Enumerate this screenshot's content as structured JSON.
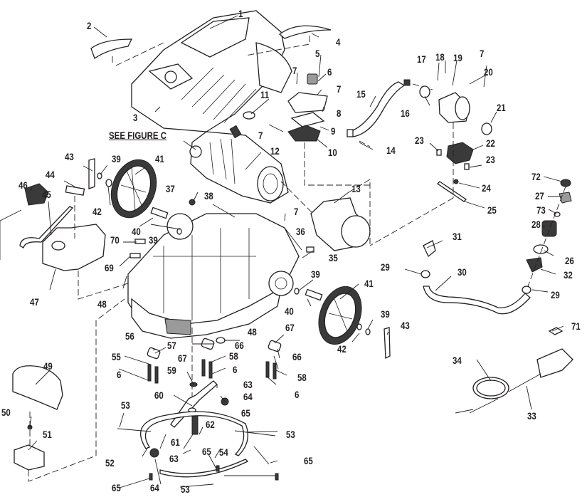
{
  "diagram": {
    "title": "Exploded parts diagram",
    "reference_note": "SEE FIGURE C",
    "callouts": [
      {
        "id": "c1",
        "num": "1"
      },
      {
        "id": "c2",
        "num": "2"
      },
      {
        "id": "c3",
        "num": "3"
      },
      {
        "id": "c4",
        "num": "4"
      },
      {
        "id": "c5",
        "num": "5"
      },
      {
        "id": "c6a",
        "num": "6"
      },
      {
        "id": "c7a",
        "num": "7"
      },
      {
        "id": "c7b",
        "num": "7"
      },
      {
        "id": "c7c",
        "num": "7"
      },
      {
        "id": "c8",
        "num": "8"
      },
      {
        "id": "c9",
        "num": "9"
      },
      {
        "id": "c10",
        "num": "10"
      },
      {
        "id": "c11",
        "num": "11"
      },
      {
        "id": "c12",
        "num": "12"
      },
      {
        "id": "c13",
        "num": "13"
      },
      {
        "id": "c14",
        "num": "14"
      },
      {
        "id": "c15",
        "num": "15"
      },
      {
        "id": "c16",
        "num": "16"
      },
      {
        "id": "c17",
        "num": "17"
      },
      {
        "id": "c18",
        "num": "18"
      },
      {
        "id": "c19",
        "num": "19"
      },
      {
        "id": "c7d",
        "num": "7"
      },
      {
        "id": "c20",
        "num": "20"
      },
      {
        "id": "c21",
        "num": "21"
      },
      {
        "id": "c22",
        "num": "22"
      },
      {
        "id": "c23a",
        "num": "23"
      },
      {
        "id": "c23b",
        "num": "23"
      },
      {
        "id": "c24",
        "num": "24"
      },
      {
        "id": "c25",
        "num": "25"
      },
      {
        "id": "c72",
        "num": "72"
      },
      {
        "id": "c27",
        "num": "27"
      },
      {
        "id": "c73",
        "num": "73"
      },
      {
        "id": "c28",
        "num": "28"
      },
      {
        "id": "c26",
        "num": "26"
      },
      {
        "id": "c32",
        "num": "32"
      },
      {
        "id": "c29b",
        "num": "29"
      },
      {
        "id": "c31",
        "num": "31"
      },
      {
        "id": "c29a",
        "num": "29"
      },
      {
        "id": "c30",
        "num": "30"
      },
      {
        "id": "c7e",
        "num": "7"
      },
      {
        "id": "c36",
        "num": "36"
      },
      {
        "id": "c35",
        "num": "35"
      },
      {
        "id": "c38",
        "num": "38"
      },
      {
        "id": "c37",
        "num": "37"
      },
      {
        "id": "c43a",
        "num": "43"
      },
      {
        "id": "c39a",
        "num": "39"
      },
      {
        "id": "c41a",
        "num": "41"
      },
      {
        "id": "c44",
        "num": "44"
      },
      {
        "id": "c42a",
        "num": "42"
      },
      {
        "id": "c46",
        "num": "46"
      },
      {
        "id": "c45",
        "num": "45"
      },
      {
        "id": "c40a",
        "num": "40"
      },
      {
        "id": "c39b",
        "num": "39"
      },
      {
        "id": "c70",
        "num": "70"
      },
      {
        "id": "c69",
        "num": "69"
      },
      {
        "id": "c47",
        "num": "47"
      },
      {
        "id": "c48a",
        "num": "48"
      },
      {
        "id": "c39c",
        "num": "39"
      },
      {
        "id": "c41b",
        "num": "41"
      },
      {
        "id": "c40b",
        "num": "40"
      },
      {
        "id": "c39d",
        "num": "39"
      },
      {
        "id": "c42b",
        "num": "42"
      },
      {
        "id": "c43b",
        "num": "43"
      },
      {
        "id": "c48b",
        "num": "48"
      },
      {
        "id": "c67a",
        "num": "67"
      },
      {
        "id": "c66a",
        "num": "66"
      },
      {
        "id": "c67b",
        "num": "67"
      },
      {
        "id": "c66b",
        "num": "66"
      },
      {
        "id": "c56",
        "num": "56"
      },
      {
        "id": "c57",
        "num": "57"
      },
      {
        "id": "c55",
        "num": "55"
      },
      {
        "id": "c6b",
        "num": "6"
      },
      {
        "id": "c58a",
        "num": "58"
      },
      {
        "id": "c6c",
        "num": "6"
      },
      {
        "id": "c58b",
        "num": "58"
      },
      {
        "id": "c6d",
        "num": "6"
      },
      {
        "id": "c59",
        "num": "59"
      },
      {
        "id": "c63a",
        "num": "63"
      },
      {
        "id": "c64a",
        "num": "64"
      },
      {
        "id": "c60",
        "num": "60"
      },
      {
        "id": "c49",
        "num": "49"
      },
      {
        "id": "c50",
        "num": "50"
      },
      {
        "id": "c51",
        "num": "51"
      },
      {
        "id": "c53a",
        "num": "53"
      },
      {
        "id": "c65a",
        "num": "65"
      },
      {
        "id": "c62",
        "num": "62"
      },
      {
        "id": "c53b",
        "num": "53"
      },
      {
        "id": "c61",
        "num": "61"
      },
      {
        "id": "c65b",
        "num": "65"
      },
      {
        "id": "c54",
        "num": "54"
      },
      {
        "id": "c63b",
        "num": "63"
      },
      {
        "id": "c52",
        "num": "52"
      },
      {
        "id": "c65c",
        "num": "65"
      },
      {
        "id": "c65d",
        "num": "65"
      },
      {
        "id": "c64b",
        "num": "64"
      },
      {
        "id": "c53c",
        "num": "53"
      },
      {
        "id": "c71",
        "num": "71"
      },
      {
        "id": "c34",
        "num": "34"
      },
      {
        "id": "c33",
        "num": "33"
      }
    ]
  }
}
